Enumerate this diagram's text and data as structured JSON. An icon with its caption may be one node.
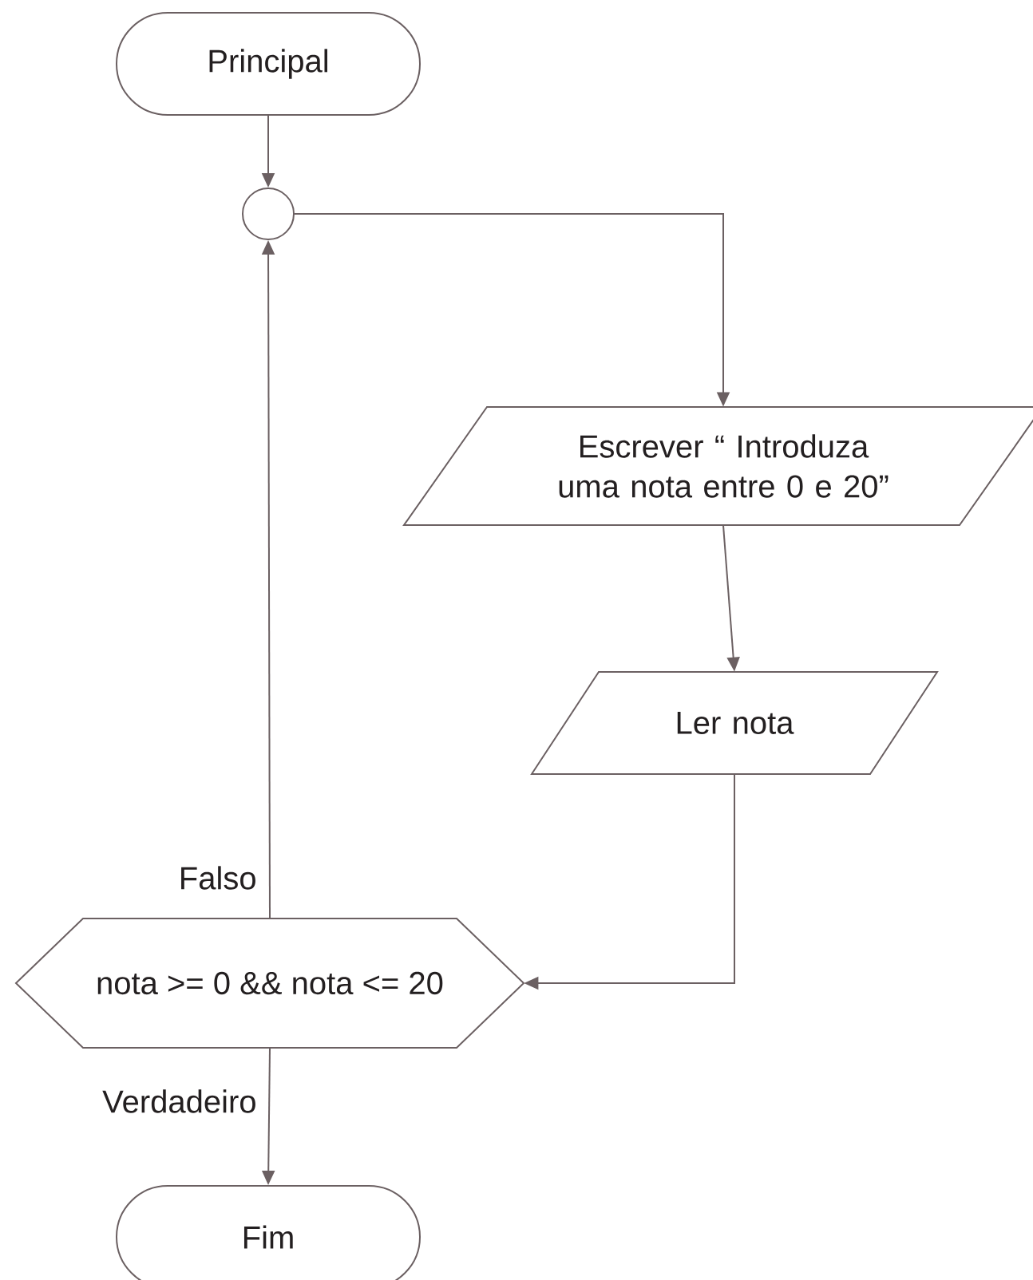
{
  "diagram": {
    "nodes": [
      {
        "text": [
          "Principal"
        ]
      },
      {
        "text": [],
        "shape": "circle"
      },
      {
        "text": [
          "Escrever “ Introduza uma nota entre 0 e 20”"
        ]
      },
      {
        "text": [
          "Ler nota"
        ]
      },
      {
        "text": [
          "nota >= 0 && nota <= 20"
        ]
      },
      {
        "text": [
          "Fim"
        ]
      }
    ],
    "edges": [
      {
        "from": 0,
        "to": 1,
        "arrow": "to"
      },
      {
        "from": 1,
        "to": 2,
        "arrow": "to"
      },
      {
        "from": 2,
        "to": 3,
        "arrow": "to"
      },
      {
        "from": 3,
        "to": 4,
        "arrow": "to"
      },
      {
        "from": 4,
        "to": 1,
        "arrow": "to",
        "label": "Falso"
      },
      {
        "from": 4,
        "to": 5,
        "arrow": "to",
        "label": "Verdadeiro"
      }
    ]
  }
}
